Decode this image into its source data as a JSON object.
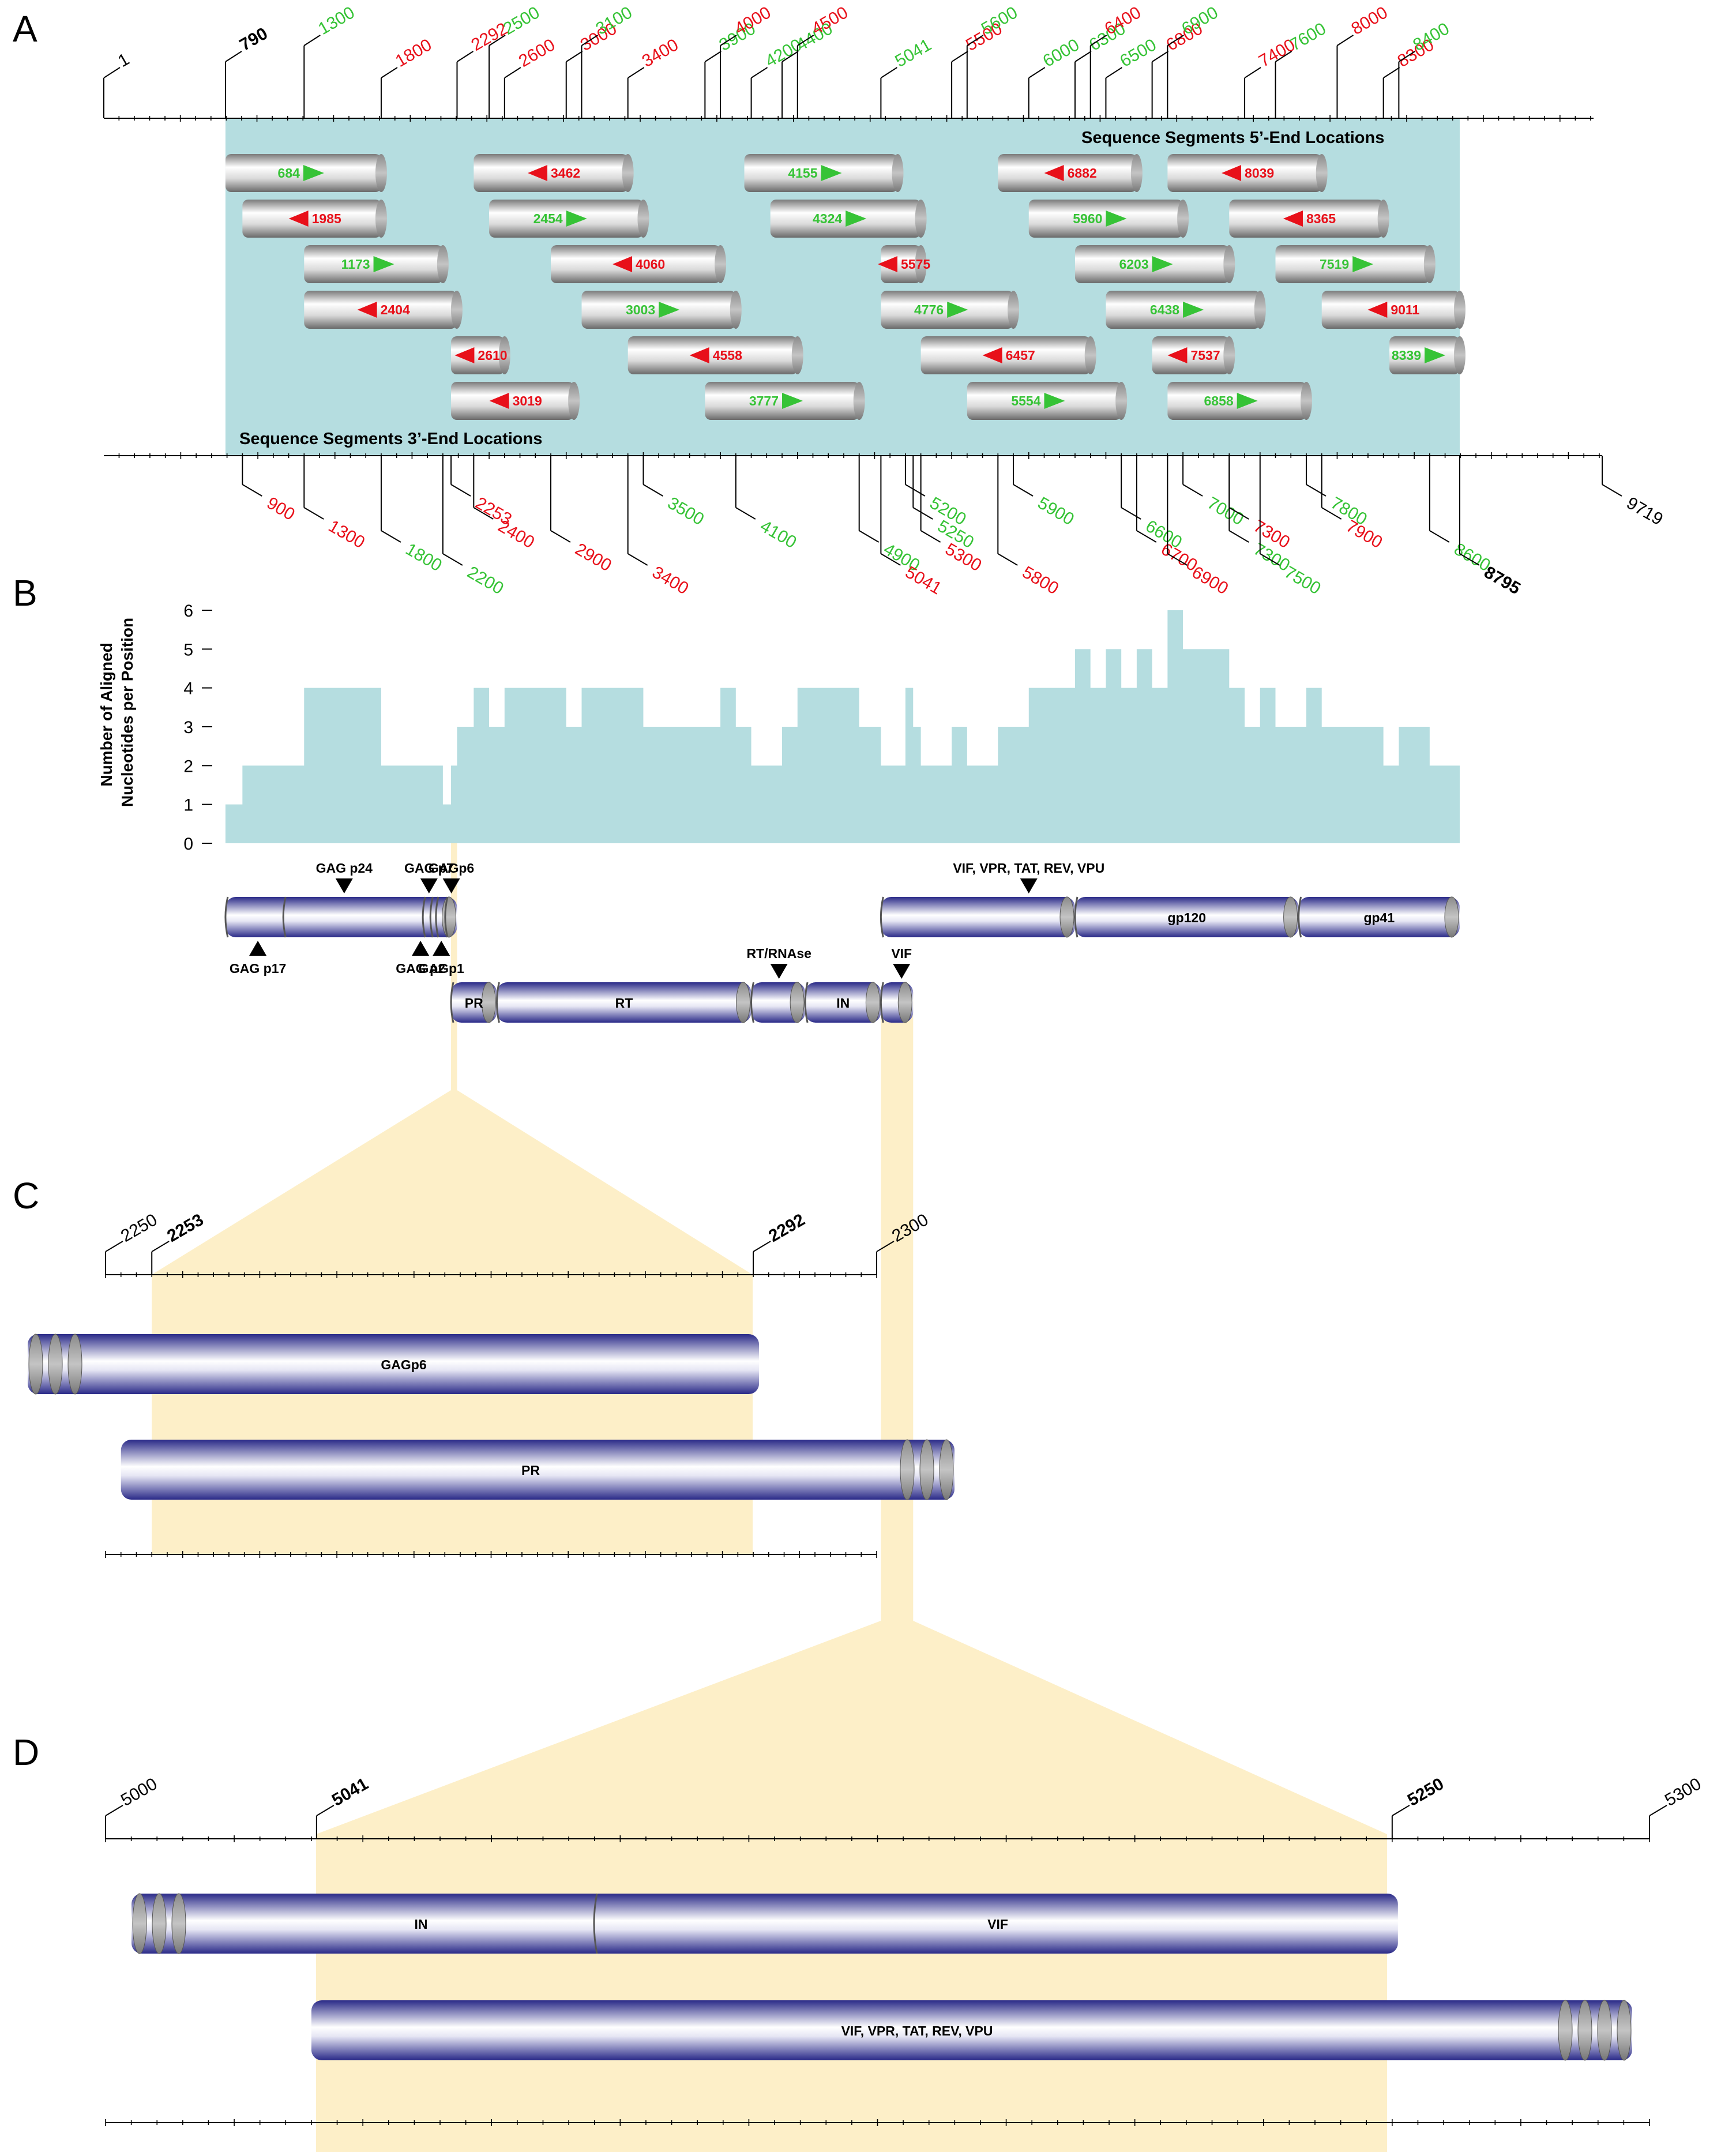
{
  "panels": {
    "a": "A",
    "b": "B",
    "c": "C",
    "d": "D"
  },
  "captions": {
    "five_prime": "Sequence Segments 5’-End Locations",
    "three_prime": "Sequence Segments 3’-End Locations"
  },
  "colors": {
    "red": "#e8101a",
    "green": "#36c336",
    "black": "#000000",
    "teal": "#b5dde0",
    "cream": "#fdefc8",
    "gene_dark": "#3b3b99"
  },
  "axisA": {
    "top_ticks": [
      {
        "v": 1,
        "c": "black"
      },
      {
        "v": 790,
        "c": "black",
        "b": true
      },
      {
        "v": 1300,
        "c": "green"
      },
      {
        "v": 1800,
        "c": "red"
      },
      {
        "v": 2292,
        "c": "red"
      },
      {
        "v": 2500,
        "c": "green"
      },
      {
        "v": 2600,
        "c": "red"
      },
      {
        "v": 3000,
        "c": "red"
      },
      {
        "v": 3100,
        "c": "green"
      },
      {
        "v": 3400,
        "c": "red"
      },
      {
        "v": 3900,
        "c": "green"
      },
      {
        "v": 4000,
        "c": "red"
      },
      {
        "v": 4200,
        "c": "green"
      },
      {
        "v": 4400,
        "c": "green"
      },
      {
        "v": 4500,
        "c": "red"
      },
      {
        "v": 5041,
        "c": "green"
      },
      {
        "v": 5500,
        "c": "red"
      },
      {
        "v": 5600,
        "c": "green"
      },
      {
        "v": 6000,
        "c": "green"
      },
      {
        "v": 6300,
        "c": "green"
      },
      {
        "v": 6400,
        "c": "red"
      },
      {
        "v": 6500,
        "c": "green"
      },
      {
        "v": 6800,
        "c": "red"
      },
      {
        "v": 6900,
        "c": "green"
      },
      {
        "v": 7400,
        "c": "red"
      },
      {
        "v": 7600,
        "c": "green"
      },
      {
        "v": 8000,
        "c": "red"
      },
      {
        "v": 8300,
        "c": "red"
      },
      {
        "v": 8400,
        "c": "green"
      }
    ],
    "bottom_ticks": [
      {
        "v": 900,
        "c": "red"
      },
      {
        "v": 1300,
        "c": "red"
      },
      {
        "v": 1800,
        "c": "green"
      },
      {
        "v": 2200,
        "c": "green"
      },
      {
        "v": 2253,
        "c": "red"
      },
      {
        "v": 2400,
        "c": "red"
      },
      {
        "v": 2900,
        "c": "red"
      },
      {
        "v": 3400,
        "c": "red"
      },
      {
        "v": 3500,
        "c": "green"
      },
      {
        "v": 4100,
        "c": "green"
      },
      {
        "v": 4900,
        "c": "green"
      },
      {
        "v": 5041,
        "c": "red"
      },
      {
        "v": 5200,
        "c": "green"
      },
      {
        "v": 5250,
        "c": "green"
      },
      {
        "v": 5300,
        "c": "red"
      },
      {
        "v": 5800,
        "c": "red"
      },
      {
        "v": 5900,
        "c": "green"
      },
      {
        "v": 6600,
        "c": "green"
      },
      {
        "v": 6700,
        "c": "red"
      },
      {
        "v": 6900,
        "c": "red"
      },
      {
        "v": 7000,
        "c": "green"
      },
      {
        "v": 7300,
        "c": "red"
      },
      {
        "v": 7300,
        "c": "green"
      },
      {
        "v": 7500,
        "c": "green"
      },
      {
        "v": 7800,
        "c": "green"
      },
      {
        "v": 7900,
        "c": "red"
      },
      {
        "v": 8600,
        "c": "green"
      },
      {
        "v": 8795,
        "c": "black",
        "b": true
      },
      {
        "v": 9719,
        "c": "black"
      }
    ]
  },
  "segments": [
    {
      "label": "684",
      "start": 790,
      "end": 1800,
      "row": 0,
      "dir": "fwd"
    },
    {
      "label": "1985",
      "start": 900,
      "end": 1800,
      "row": 1,
      "dir": "rev"
    },
    {
      "label": "1173",
      "start": 1300,
      "end": 2200,
      "row": 2,
      "dir": "fwd"
    },
    {
      "label": "2404",
      "start": 1300,
      "end": 2290,
      "row": 3,
      "dir": "rev"
    },
    {
      "label": "2610",
      "start": 2253,
      "end": 2600,
      "row": 4,
      "dir": "rev"
    },
    {
      "label": "3019",
      "start": 2253,
      "end": 3050,
      "row": 5,
      "dir": "rev"
    },
    {
      "label": "3462",
      "start": 2400,
      "end": 3400,
      "row": 0,
      "dir": "rev"
    },
    {
      "label": "2454",
      "start": 2500,
      "end": 3500,
      "row": 1,
      "dir": "fwd"
    },
    {
      "label": "4060",
      "start": 2900,
      "end": 4000,
      "row": 2,
      "dir": "rev"
    },
    {
      "label": "3003",
      "start": 3100,
      "end": 4100,
      "row": 3,
      "dir": "fwd"
    },
    {
      "label": "4558",
      "start": 3400,
      "end": 4500,
      "row": 4,
      "dir": "rev"
    },
    {
      "label": "3777",
      "start": 3900,
      "end": 4900,
      "row": 5,
      "dir": "fwd"
    },
    {
      "label": "4155",
      "start": 4155,
      "end": 5150,
      "row": 0,
      "dir": "fwd"
    },
    {
      "label": "4324",
      "start": 4324,
      "end": 5300,
      "row": 1,
      "dir": "fwd"
    },
    {
      "label": "5575",
      "start": 5041,
      "end": 5300,
      "row": 2,
      "dir": "rev"
    },
    {
      "label": "4776",
      "start": 5041,
      "end": 5900,
      "row": 3,
      "dir": "fwd"
    },
    {
      "label": "6457",
      "start": 5300,
      "end": 6400,
      "row": 4,
      "dir": "rev"
    },
    {
      "label": "5554",
      "start": 5600,
      "end": 6600,
      "row": 5,
      "dir": "fwd"
    },
    {
      "label": "6882",
      "start": 5800,
      "end": 6700,
      "row": 0,
      "dir": "rev"
    },
    {
      "label": "5960",
      "start": 6000,
      "end": 7000,
      "row": 1,
      "dir": "fwd"
    },
    {
      "label": "6203",
      "start": 6300,
      "end": 7300,
      "row": 2,
      "dir": "fwd"
    },
    {
      "label": "6438",
      "start": 6500,
      "end": 7500,
      "row": 3,
      "dir": "fwd"
    },
    {
      "label": "7537",
      "start": 6800,
      "end": 7300,
      "row": 4,
      "dir": "rev"
    },
    {
      "label": "6858",
      "start": 6900,
      "end": 7800,
      "row": 5,
      "dir": "fwd"
    },
    {
      "label": "8039",
      "start": 6900,
      "end": 7900,
      "row": 0,
      "dir": "rev"
    },
    {
      "label": "8365",
      "start": 7300,
      "end": 8300,
      "row": 1,
      "dir": "rev"
    },
    {
      "label": "7519",
      "start": 7600,
      "end": 8600,
      "row": 2,
      "dir": "fwd"
    },
    {
      "label": "9011",
      "start": 7900,
      "end": 8795,
      "row": 3,
      "dir": "rev"
    },
    {
      "label": "8339",
      "start": 8339,
      "end": 8795,
      "row": 4,
      "dir": "fwd"
    }
  ],
  "chart_data": {
    "type": "area",
    "ylabel": "Number of Aligned Nucleotides per Position",
    "ylim": [
      0,
      6
    ],
    "yticks": [
      0,
      1,
      2,
      3,
      4,
      5,
      6
    ],
    "x": [
      790,
      900,
      1300,
      1800,
      2200,
      2253,
      2292,
      2400,
      2500,
      2600,
      3000,
      3100,
      3400,
      3500,
      3900,
      4000,
      4100,
      4200,
      4400,
      4500,
      4900,
      5041,
      5200,
      5250,
      5300,
      5500,
      5600,
      5800,
      5900,
      6000,
      6300,
      6400,
      6500,
      6600,
      6700,
      6800,
      6900,
      7000,
      7300,
      7400,
      7500,
      7600,
      7800,
      7900,
      8000,
      8300,
      8400,
      8600,
      8795
    ],
    "values": [
      1,
      2,
      4,
      2,
      1,
      2,
      3,
      4,
      3,
      4,
      3,
      4,
      4,
      3,
      3,
      4,
      3,
      2,
      3,
      4,
      3,
      2,
      4,
      3,
      2,
      3,
      2,
      3,
      3,
      4,
      5,
      4,
      5,
      4,
      5,
      4,
      6,
      5,
      4,
      3,
      4,
      3,
      4,
      3,
      3,
      2,
      3,
      2,
      2
    ]
  },
  "genome_map": {
    "genes": [
      {
        "name": "",
        "start": 790,
        "end": 2292,
        "row": 0
      },
      {
        "name": "PR",
        "start": 2253,
        "end": 2550,
        "row": 1
      },
      {
        "name": "RT",
        "start": 2550,
        "end": 4200,
        "row": 1
      },
      {
        "name": "",
        "start": 4200,
        "end": 4550,
        "row": 1
      },
      {
        "name": "IN",
        "start": 4550,
        "end": 5041,
        "row": 1
      },
      {
        "name": "",
        "start": 5041,
        "end": 5250,
        "row": 1
      },
      {
        "name": "",
        "start": 5041,
        "end": 6300,
        "row": 0
      },
      {
        "name": "gp120",
        "start": 6300,
        "end": 7750,
        "row": 0
      },
      {
        "name": "gp41",
        "start": 7750,
        "end": 8795,
        "row": 0
      }
    ],
    "dividers": [
      1180,
      2085,
      2134,
      2170,
      2230
    ],
    "markers": [
      {
        "label": "GAG p17",
        "pos": 1000,
        "side": "below"
      },
      {
        "label": "GAG p24",
        "pos": 1560,
        "side": "above"
      },
      {
        "label": "GAG p7",
        "pos": 2110,
        "side": "above"
      },
      {
        "label": "GAG p2",
        "pos": 2055,
        "side": "below"
      },
      {
        "label": "GAGp6",
        "pos": 2255,
        "side": "above"
      },
      {
        "label": "GAGp1",
        "pos": 2190,
        "side": "below"
      },
      {
        "label": "RT/RNAse",
        "pos": 4380,
        "side": "above"
      },
      {
        "label": "VIF",
        "pos": 5175,
        "side": "above"
      },
      {
        "label": "VIF, VPR, TAT, REV, VPU",
        "pos": 6000,
        "side": "above"
      }
    ]
  },
  "zoomC": {
    "ticks": [
      {
        "v": 2250,
        "b": false,
        "label": "2250"
      },
      {
        "v": 2253,
        "b": true,
        "label": "2253"
      },
      {
        "v": 2292,
        "b": true,
        "label": "2292"
      },
      {
        "v": 2300,
        "b": false,
        "label": "2300"
      }
    ],
    "gene_top": "GAGp6",
    "gene_bottom": "PR"
  },
  "zoomD": {
    "ticks": [
      {
        "v": 5000,
        "b": false,
        "label": "5000"
      },
      {
        "v": 5041,
        "b": true,
        "label": "5041"
      },
      {
        "v": 5250,
        "b": true,
        "label": "5250"
      },
      {
        "v": 5300,
        "b": false,
        "label": "5300"
      }
    ],
    "gene_top_left": "IN",
    "gene_top_right": "VIF",
    "gene_bottom": "VIF, VPR, TAT, REV, VPU"
  }
}
